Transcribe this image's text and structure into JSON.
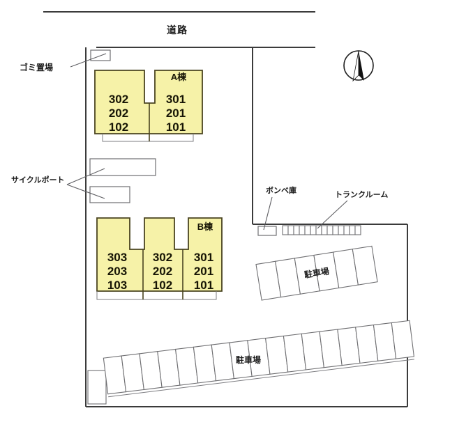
{
  "plan": {
    "title": "",
    "colors": {
      "building_fill": "#f6f2a8",
      "building_stroke": "#4a4420",
      "line": "#3b3b3b",
      "thin_line": "#6f6f72"
    }
  },
  "road": {
    "label": "道路"
  },
  "annotations": {
    "gomi": "ゴミ置場",
    "cycleport": "サイクルポート",
    "bombe": "ボンベ庫",
    "trunkroom": "トランクルーム"
  },
  "buildings": [
    {
      "id": "a",
      "name": "A棟",
      "wings": [
        {
          "side": "left",
          "units": [
            "302",
            "202",
            "102"
          ]
        },
        {
          "side": "right",
          "units": [
            "301",
            "201",
            "101"
          ]
        }
      ]
    },
    {
      "id": "b",
      "name": "B棟",
      "wings": [
        {
          "side": "left",
          "units": [
            "303",
            "203",
            "103"
          ]
        },
        {
          "side": "middle",
          "units": [
            "302",
            "202",
            "102"
          ]
        },
        {
          "side": "right",
          "units": [
            "301",
            "201",
            "101"
          ]
        }
      ]
    }
  ],
  "parking": [
    {
      "id": "upper",
      "label": "駐車場",
      "stalls": 6
    },
    {
      "id": "lower",
      "label": "駐車場",
      "stalls": 17
    }
  ],
  "trunk_room": {
    "label": "トランクルーム",
    "cells": 14
  },
  "cycleports": [
    {
      "id": "cycleport-north",
      "label": "サイクルポート"
    },
    {
      "id": "cycleport-south",
      "label": "サイクルポート"
    }
  ],
  "compass": {
    "icon": "north-arrow-icon",
    "direction": "N"
  }
}
